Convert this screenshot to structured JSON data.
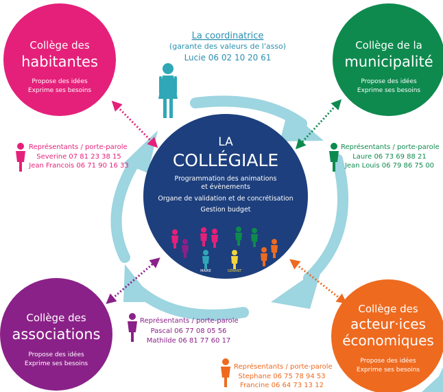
{
  "colors": {
    "pink": "#e5207a",
    "green": "#0e8a4e",
    "purple": "#8a2188",
    "orange": "#ee6a1f",
    "navy": "#1d3f7d",
    "teal": "#2fa7b7",
    "arrow": "#9dd5e0",
    "white": "#ffffff"
  },
  "coordinator": {
    "title": "La coordinatrice",
    "subtitle": "(garante des valeurs de l'asso)",
    "contact": "Lucie 06 02 10 20 61",
    "icon": "woman-icon"
  },
  "colleges": {
    "habitants": {
      "line1": "Collège des",
      "line2": "habitantes",
      "line3": "",
      "desc1": "Propose des idées",
      "desc2": "Exprime ses besoins"
    },
    "municipalite": {
      "line1": "Collège de la",
      "line2": "municipalité",
      "line3": "",
      "desc1": "Propose des idées",
      "desc2": "Exprime ses besoins"
    },
    "associations": {
      "line1": "Collège des",
      "line2": "associations",
      "line3": "",
      "desc1": "Propose des idées",
      "desc2": "Exprime ses besoins"
    },
    "economiques": {
      "line1": "Collège des",
      "line2": "acteur·ices",
      "line3": "économiques",
      "desc1": "Propose des idées",
      "desc2": "Exprime ses besoins"
    }
  },
  "collegiale": {
    "line1": "LA",
    "line2": "COLLÉGIALE",
    "role1a": "Programmation des animations",
    "role1b": "et évènements",
    "role2": "Organe de validation et de concrétisation",
    "role3": "Gestion budget",
    "maire_label": "MAIRE",
    "gerant_label": "GÉRANT"
  },
  "representants": {
    "habitants": {
      "title": "Représentants / porte-parole",
      "p1": "Severine 07 81 23 38 15",
      "p2": "Jean Francois 06 71 90 16 33"
    },
    "municipalite": {
      "title": "Représentants / porte-parole",
      "p1": "Laure 06 73 69 88 21",
      "p2": "Jean Louis 06 79 86 75 00"
    },
    "associations": {
      "title": "Représentants / porte-parole",
      "p1": "Pascal 06 77 08 05 56",
      "p2": "Mathilde 06 81 77 60 17"
    },
    "economiques": {
      "title": "Représentants / porte-parole",
      "p1": "Stephane 06 75 78 94 53",
      "p2": "Francine 06 64 73 13 12"
    }
  }
}
